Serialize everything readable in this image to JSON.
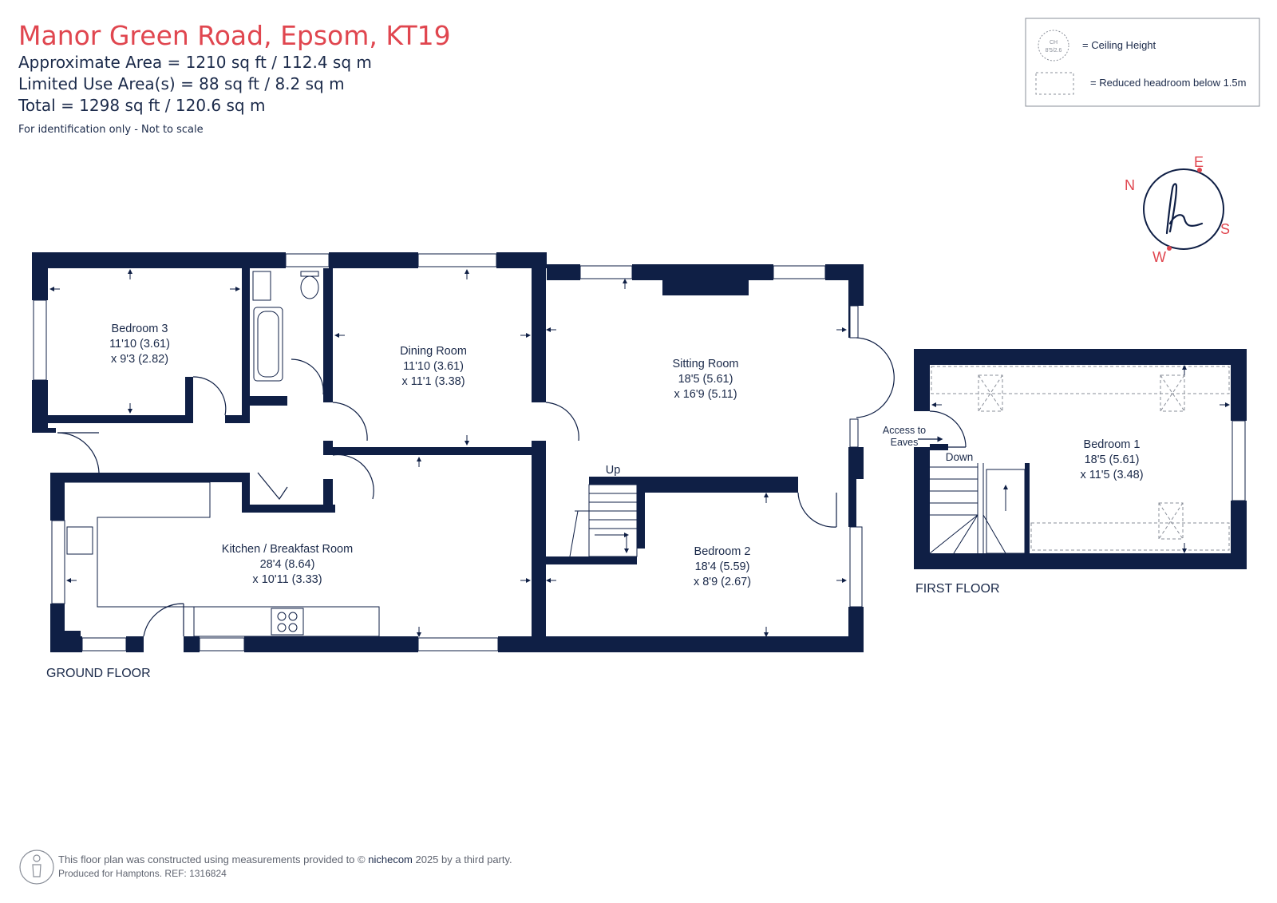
{
  "header": {
    "address": "Manor Green Road, Epsom, KT19",
    "approx_area": "Approximate Area = 1210 sq ft / 112.4 sq m",
    "limited_area": "Limited Use Area(s) = 88 sq ft / 8.2 sq m",
    "total_area": "Total = 1298 sq ft / 120.6 sq m",
    "disclaimer": "For identification only - Not to scale"
  },
  "legend": {
    "ch_badge_top": "CH",
    "ch_badge_bottom": "8'5/2.6",
    "ceiling_label": "= Ceiling Height",
    "reduced_label": "= Reduced headroom below 1.5m"
  },
  "compass": {
    "n": "N",
    "e": "E",
    "s": "S",
    "w": "W",
    "logo": "h"
  },
  "ground_floor": {
    "label": "GROUND FLOOR",
    "rooms": [
      {
        "name": "Bedroom 3",
        "dim1": "11'10 (3.61)",
        "dim2": "x 9'3 (2.82)"
      },
      {
        "name": "Dining Room",
        "dim1": "11'10 (3.61)",
        "dim2": "x 11'1 (3.38)"
      },
      {
        "name": "Sitting Room",
        "dim1": "18'5 (5.61)",
        "dim2": "x 16'9 (5.11)"
      },
      {
        "name": "Kitchen / Breakfast Room",
        "dim1": "28'4 (8.64)",
        "dim2": "x 10'11 (3.33)"
      },
      {
        "name": "Bedroom 2",
        "dim1": "18'4 (5.59)",
        "dim2": "x 8'9 (2.67)"
      }
    ],
    "stairs_label": "Up"
  },
  "first_floor": {
    "label": "FIRST FLOOR",
    "rooms": [
      {
        "name": "Bedroom 1",
        "dim1": "18'5 (5.61)",
        "dim2": "x 11'5 (3.48)"
      }
    ],
    "stairs_label": "Down",
    "eaves_line1": "Access to",
    "eaves_line2": "Eaves"
  },
  "footer": {
    "line1_prefix": "This floor plan was constructed using measurements provided to ©",
    "brand": "nichecom",
    "line1_suffix": "2025 by a third party.",
    "line2": "Produced for Hamptons.   REF: 1316824"
  },
  "colors": {
    "wall": "#0f1f45",
    "accent": "#e0464f",
    "text": "#1b2a4a",
    "grey": "#8a8f99"
  }
}
